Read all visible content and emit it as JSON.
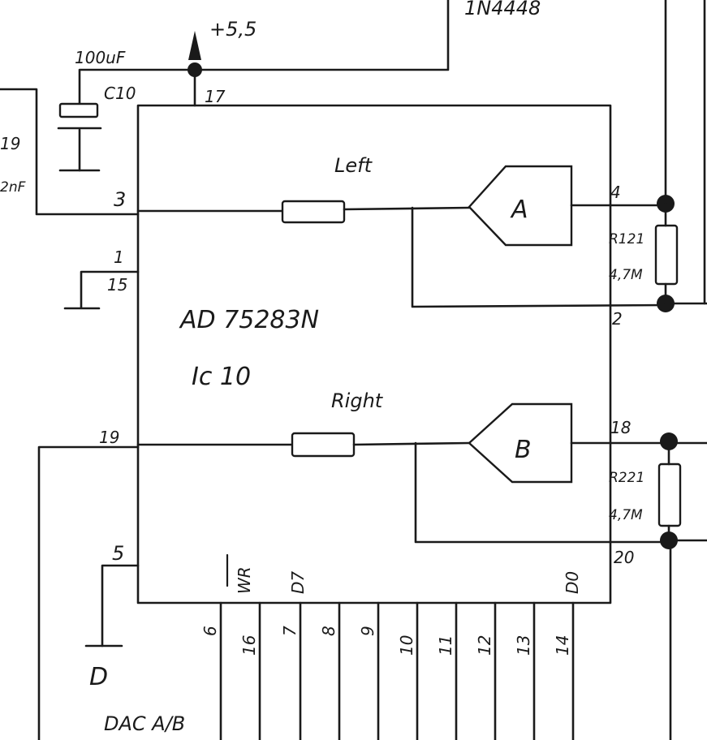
{
  "chip": {
    "part_number": "AD 75283N",
    "reference": "Ic 10"
  },
  "channels": {
    "left_label": "Left",
    "right_label": "Right",
    "amp_a_label": "A",
    "amp_b_label": "B"
  },
  "supply": {
    "voltage_label": "+5,5",
    "diode_label": "1N4448"
  },
  "capacitor": {
    "value": "100uF",
    "reference": "C10"
  },
  "left_edge": {
    "ref_fragment": "19",
    "cap_fragment": "2nF"
  },
  "resistors": {
    "r121_ref": "R121",
    "r121_value": "4,7M",
    "r221_ref": "R221",
    "r221_value": "4,7M"
  },
  "pins": {
    "p17": "17",
    "p3": "3",
    "p1": "1",
    "p15": "15",
    "p19": "19",
    "p5": "5",
    "p4": "4",
    "p2": "2",
    "p18": "18",
    "p20": "20"
  },
  "bottom_pin_labels": {
    "wr": "WR",
    "d7": "D7",
    "d0": "D0"
  },
  "bottom_pins": [
    "6",
    "16",
    "7",
    "8",
    "9",
    "10",
    "11",
    "12",
    "13",
    "14"
  ],
  "ground_label": "D",
  "dac_label": "DAC A/B"
}
